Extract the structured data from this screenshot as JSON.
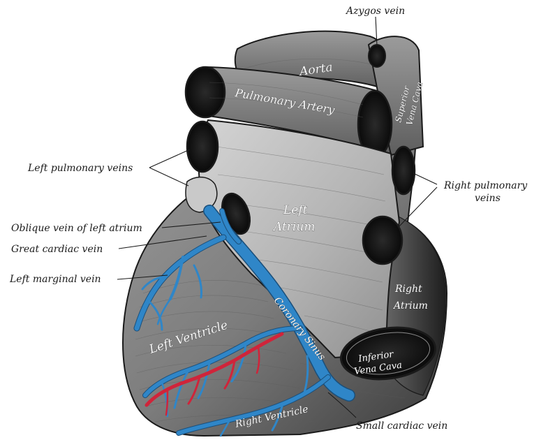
{
  "figure": {
    "labels": {
      "azygos_vein": "Azygos vein",
      "left_pulmonary_veins": "Left pulmonary veins",
      "right_pulmonary_veins_line1": "Right pulmonary",
      "right_pulmonary_veins_line2": "veins",
      "oblique_vein": "Oblique vein of left atrium",
      "great_cardiac_vein": "Great cardiac vein",
      "left_marginal_vein": "Left marginal vein",
      "small_cardiac_vein": "Small cardiac vein"
    },
    "inner_labels": {
      "aorta": "Aorta",
      "pulmonary_artery": "Pulmonary Artery",
      "superior_vena_cava_line1": "Superior",
      "superior_vena_cava_line2": "Vena Cava",
      "left_atrium_line1": "Left",
      "left_atrium_line2": "Atrium",
      "right_atrium_line1": "Right",
      "right_atrium_line2": "Atrium",
      "left_ventricle": "Left Ventricle",
      "coronary_sinus": "Coronary Sinus",
      "inferior_vena_cava_line1": "Inferior",
      "inferior_vena_cava_line2": "Vena Cava",
      "right_ventricle": "Right Ventricle"
    },
    "colors": {
      "veins": "#2f86c8",
      "arteries": "#d0243a",
      "tissue": "#8a8a8a",
      "background": "#ffffff"
    }
  }
}
